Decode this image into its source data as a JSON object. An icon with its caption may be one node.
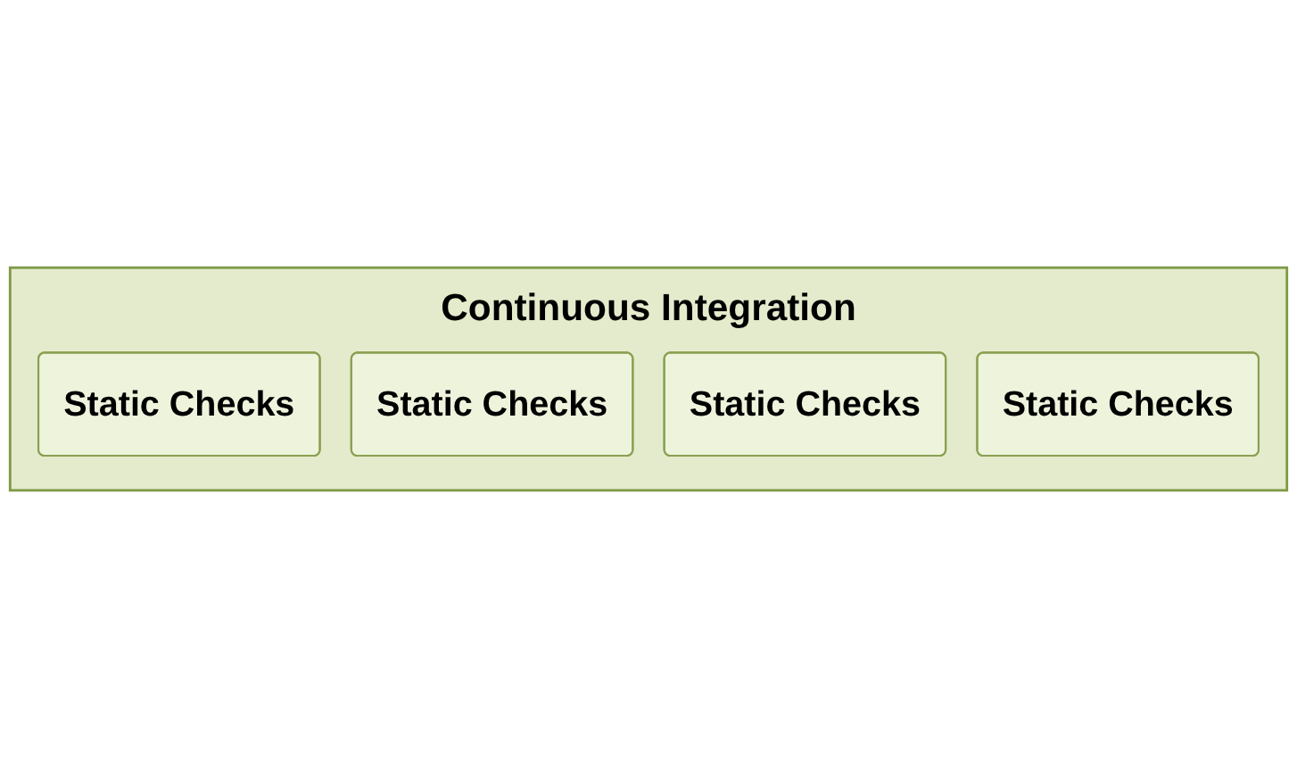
{
  "diagram": {
    "nodes": [
      {
        "text": [
          "Continuous Integration"
        ]
      },
      {
        "text": [
          "Static Checks"
        ],
        "in": 0
      },
      {
        "text": [
          "Static Checks"
        ],
        "in": 0
      },
      {
        "text": [
          "Static Checks"
        ],
        "in": 0
      },
      {
        "text": [
          "Static Checks"
        ],
        "in": 0
      }
    ]
  }
}
